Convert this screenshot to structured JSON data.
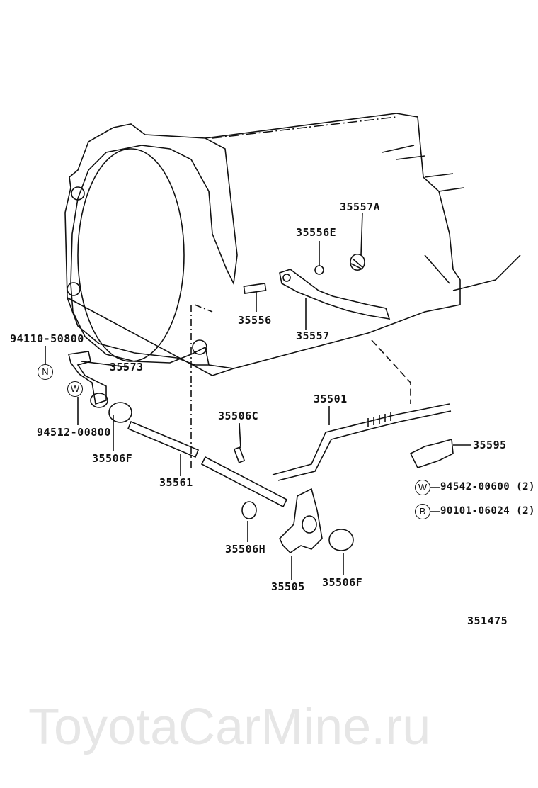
{
  "watermark": "ToyotaCarMine.ru",
  "diagram_id": "351475",
  "parts": {
    "p35557A": "35557A",
    "p35556E": "35556E",
    "p35556": "35556",
    "p35557": "35557",
    "p94110": "94110-50800",
    "p35573": "35573",
    "p94512": "94512-00800",
    "p35506F_left": "35506F",
    "p35561": "35561",
    "p35506C": "35506C",
    "p35501": "35501",
    "p35595": "35595",
    "p94542": "94542-00600 (2)",
    "p90101": "90101-06024 (2)",
    "p35506H": "35506H",
    "p35505": "35505",
    "p35506F_right": "35506F"
  },
  "symbols": {
    "n": "N",
    "w1": "W",
    "w2": "W",
    "b": "B"
  }
}
